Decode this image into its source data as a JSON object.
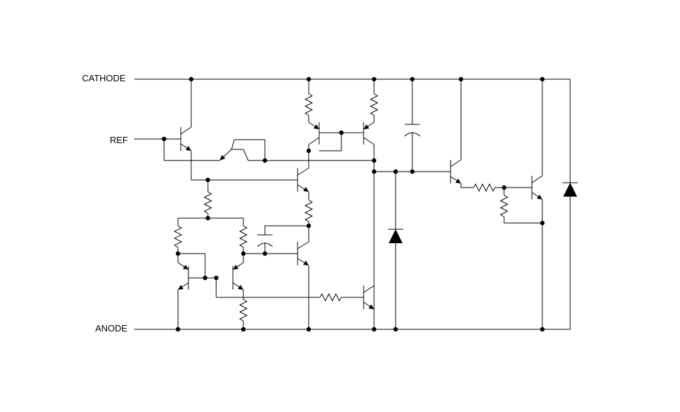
{
  "pins": {
    "cathode": "CATHODE",
    "ref": "REF",
    "anode": "ANODE"
  },
  "colors": {
    "background": "#ffffff",
    "ink": "#000000"
  }
}
